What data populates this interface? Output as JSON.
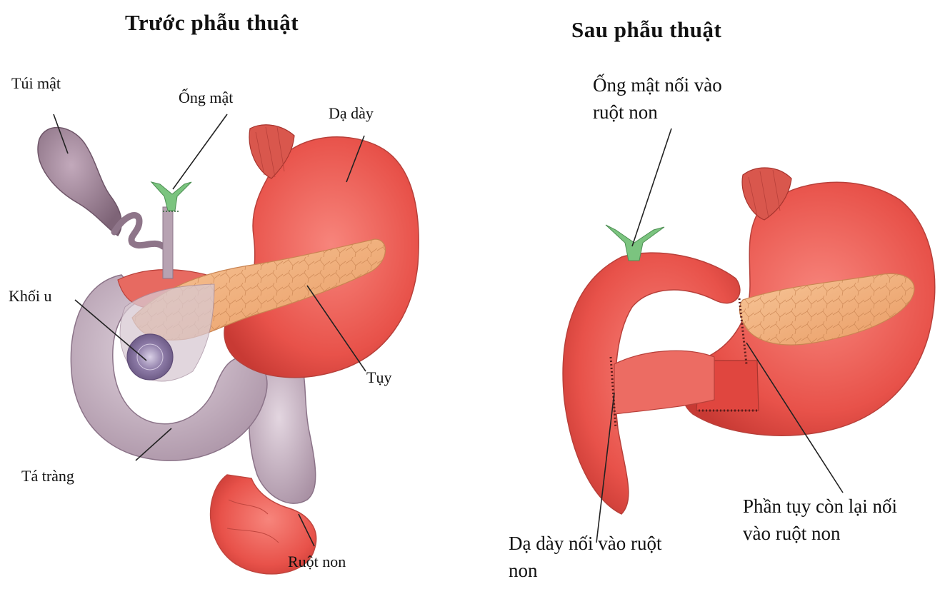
{
  "before": {
    "title": "Trước phẫu thuật",
    "labels": {
      "gallbladder": "Túi mật",
      "bile_duct": "Ống mật",
      "stomach": "Dạ dày",
      "tumor": "Khối u",
      "pancreas": "Tụy",
      "duodenum": "Tá tràng",
      "small_intestine": "Ruột non"
    }
  },
  "after": {
    "title": "Sau phẫu thuật",
    "labels": {
      "bile_duct_join": "Ống mật nối vào\nruột non",
      "stomach_join": "Dạ dày nối vào ruột\nnon",
      "pancreas_join": "Phần tụy còn lại nối\nvào ruột non"
    }
  },
  "colors": {
    "stomach": "#e8524a",
    "stomach_dark": "#c83a34",
    "pancreas": "#f2b27a",
    "duodenum": "#c9b6c4",
    "gallbladder": "#a58a9e",
    "duct_green": "#7bc47f",
    "line": "#222222"
  }
}
